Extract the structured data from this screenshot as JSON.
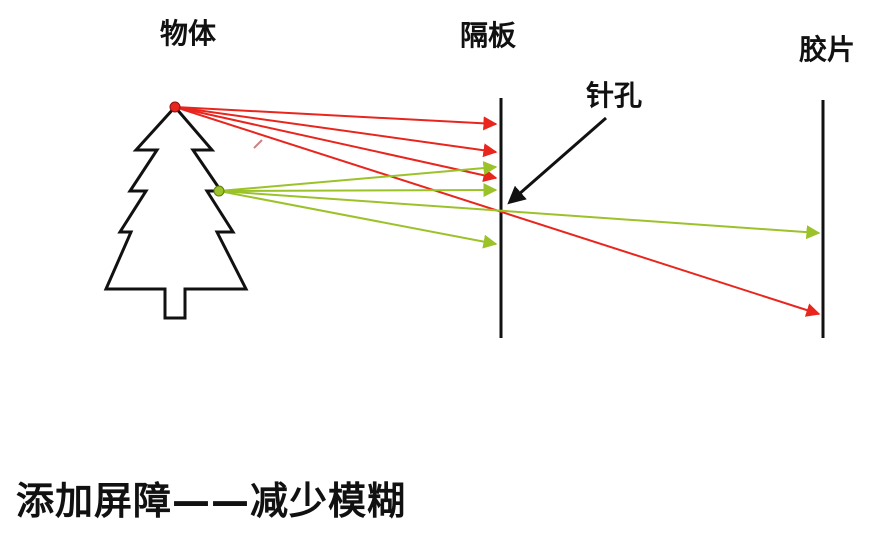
{
  "labels": {
    "object": "物体",
    "barrier": "隔板",
    "film": "胶片",
    "pinhole": "针孔"
  },
  "caption": "添加屏障——减少模糊",
  "colors": {
    "red_rays": "#e8261e",
    "green_rays": "#9cc22a",
    "lines": "#111111",
    "background": "#ffffff"
  }
}
